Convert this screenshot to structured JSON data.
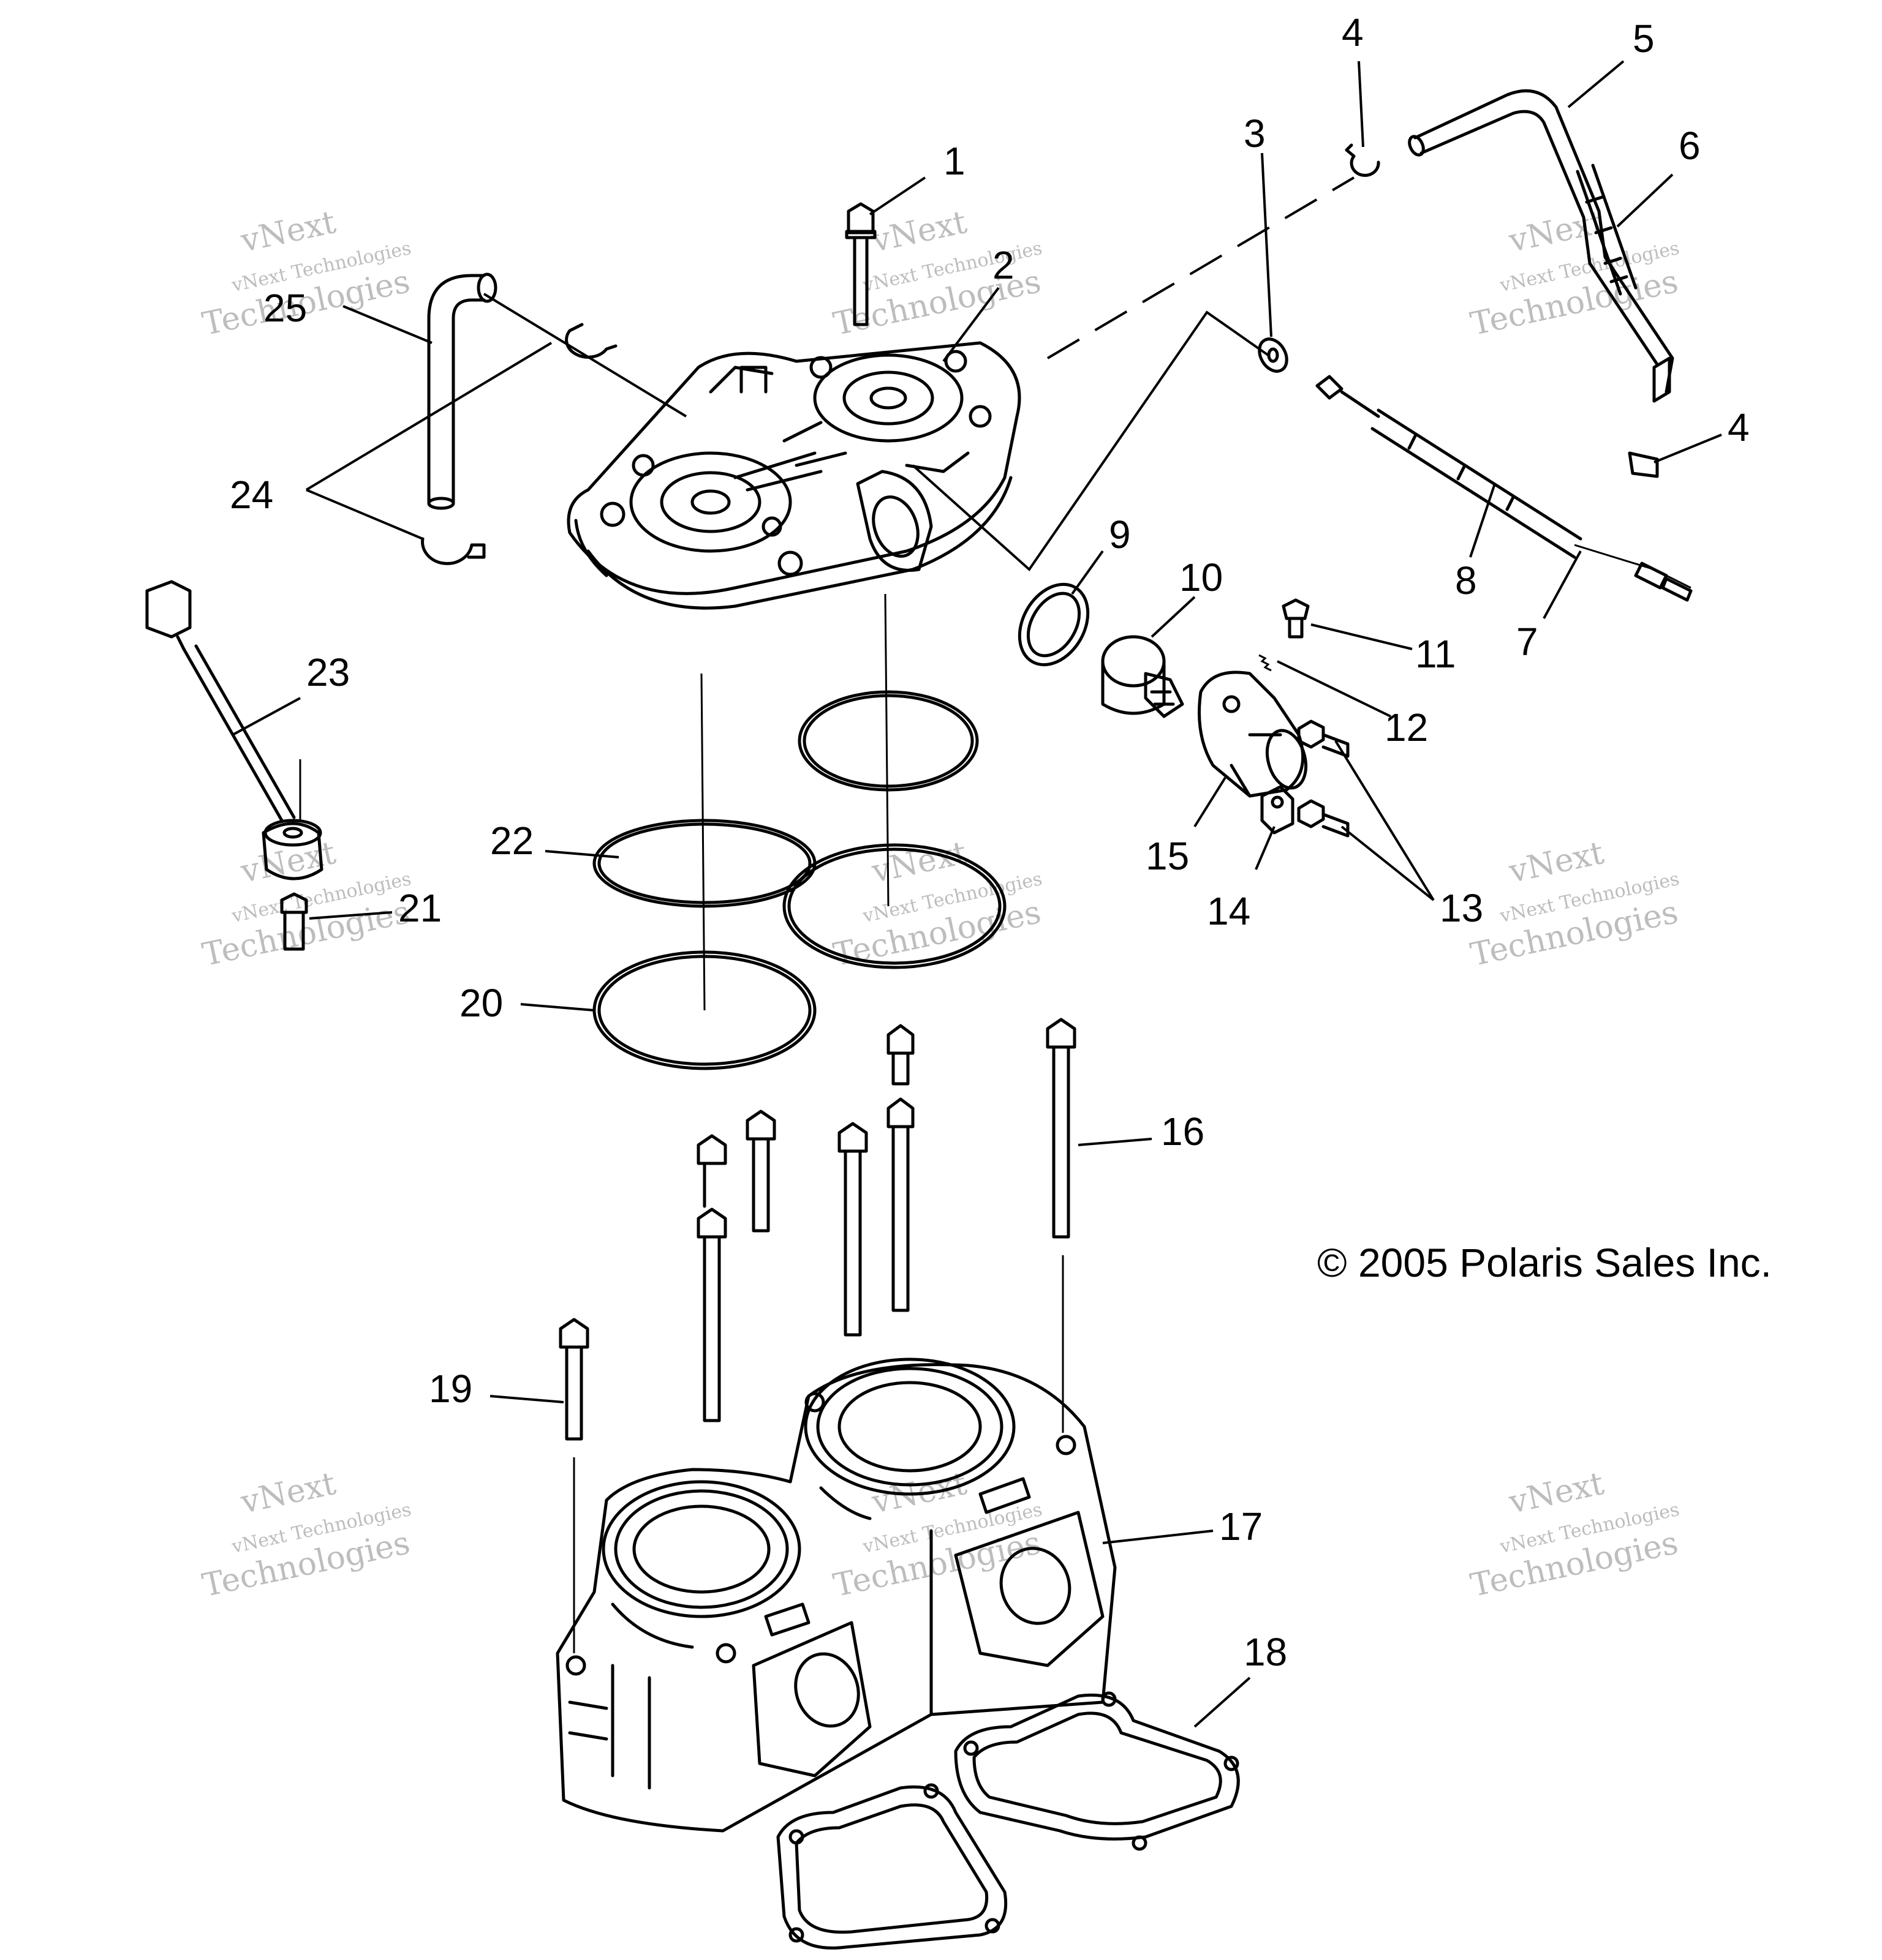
{
  "copyright": "© 2005 Polaris Sales Inc.",
  "watermark": {
    "line1": "vNext",
    "line2": "vNext Technologies",
    "line3": "Technologies"
  },
  "callouts": [
    "1",
    "2",
    "3",
    "4",
    "5",
    "6",
    "7",
    "8",
    "9",
    "10",
    "11",
    "12",
    "13",
    "14",
    "15",
    "16",
    "17",
    "18",
    "19",
    "20",
    "21",
    "22",
    "23",
    "24",
    "25",
    "4"
  ],
  "parts": [
    {
      "num": "1",
      "name": "head-bolt"
    },
    {
      "num": "2",
      "name": "cylinder-head"
    },
    {
      "num": "3",
      "name": "washer"
    },
    {
      "num": "4",
      "name": "clamp"
    },
    {
      "num": "5",
      "name": "hose"
    },
    {
      "num": "6",
      "name": "sleeve"
    },
    {
      "num": "7",
      "name": "sensor-cable"
    },
    {
      "num": "8",
      "name": "sensor-sleeve"
    },
    {
      "num": "9",
      "name": "seal"
    },
    {
      "num": "10",
      "name": "thermostat"
    },
    {
      "num": "11",
      "name": "screw"
    },
    {
      "num": "12",
      "name": "spring"
    },
    {
      "num": "13",
      "name": "bolt"
    },
    {
      "num": "14",
      "name": "bracket"
    },
    {
      "num": "15",
      "name": "thermostat-housing"
    },
    {
      "num": "16",
      "name": "long-stud-bolt"
    },
    {
      "num": "17",
      "name": "cylinder-block"
    },
    {
      "num": "18",
      "name": "base-gasket"
    },
    {
      "num": "19",
      "name": "short-bolt"
    },
    {
      "num": "20",
      "name": "o-ring-large"
    },
    {
      "num": "21",
      "name": "screw-small"
    },
    {
      "num": "22",
      "name": "o-ring-small"
    },
    {
      "num": "23",
      "name": "temperature-sensor"
    },
    {
      "num": "24",
      "name": "hose-clamps"
    },
    {
      "num": "25",
      "name": "bypass-hose"
    }
  ]
}
